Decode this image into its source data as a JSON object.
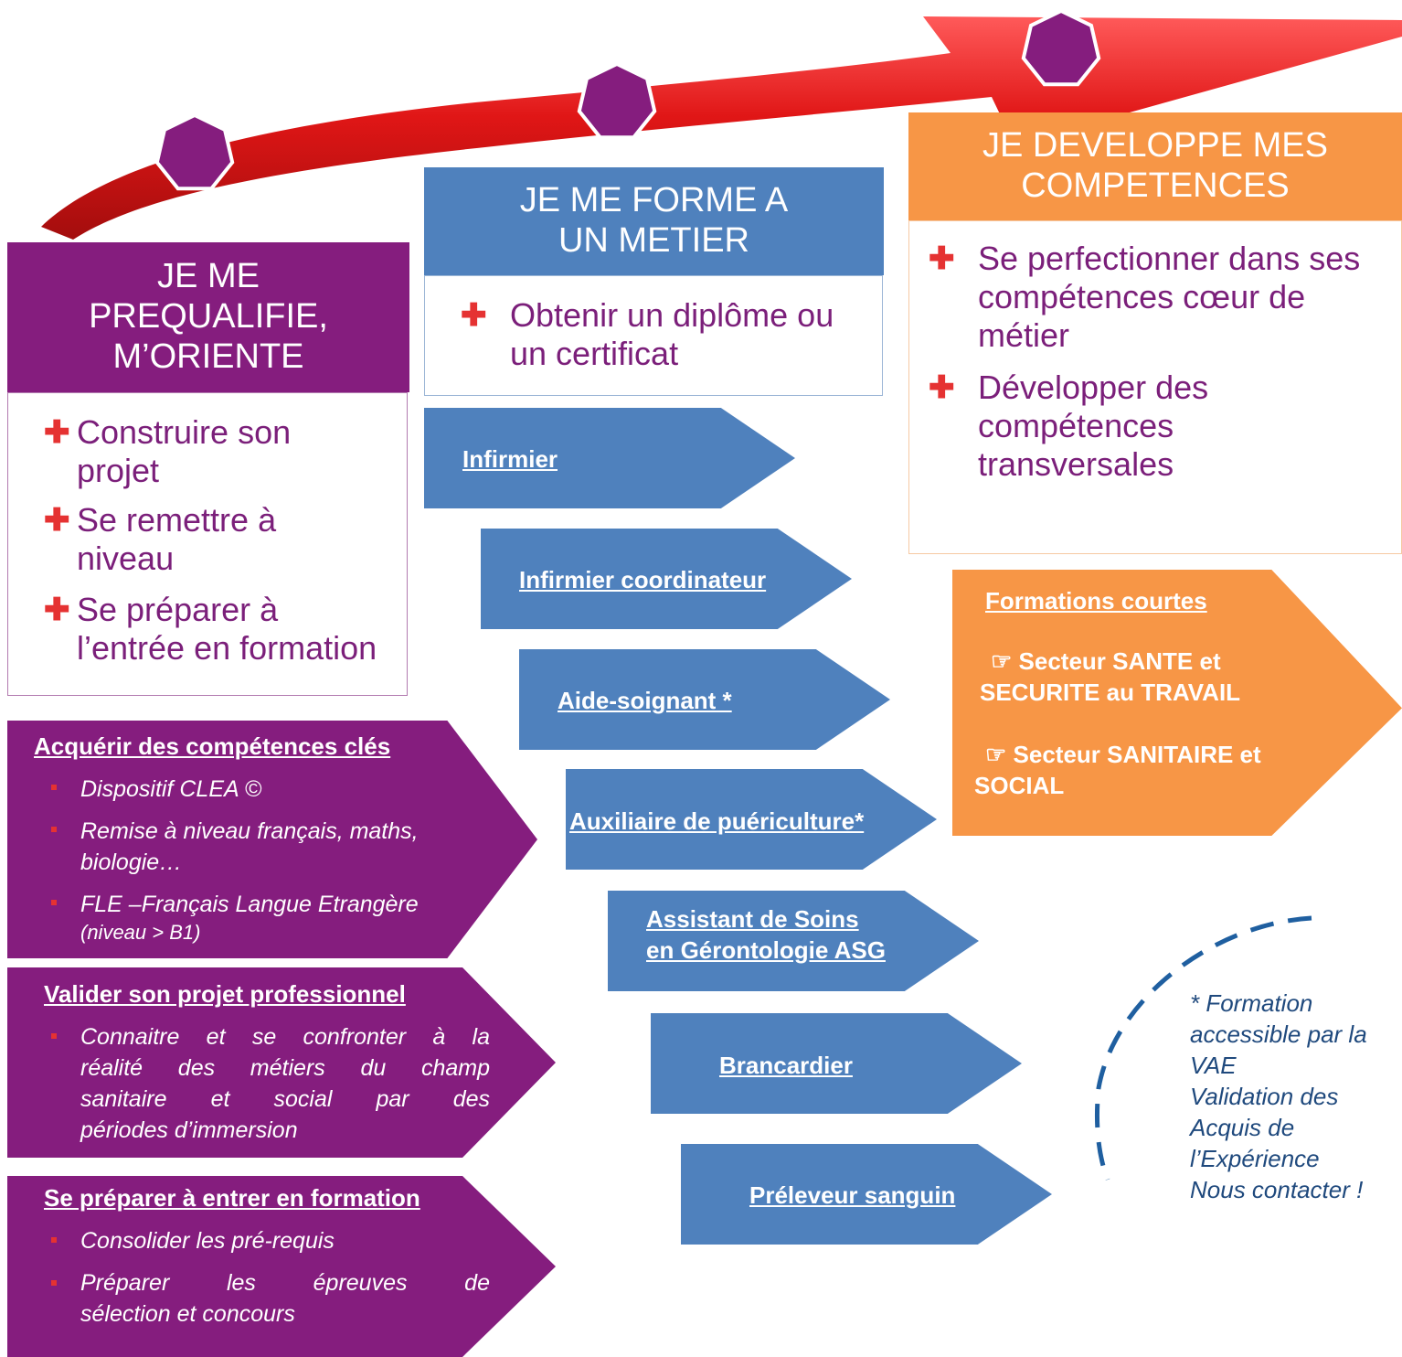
{
  "colors": {
    "purple": "#851d7e",
    "blue": "#4f81bd",
    "orange": "#f79646",
    "red_arrow": "#e21f1f",
    "cross_red": "#e53232",
    "vae_text": "#1f497d"
  },
  "columns": {
    "prequalify": {
      "title_lines": [
        "JE ME",
        "PREQUALIFIE,",
        "M’ORIENTE"
      ],
      "bullets": [
        {
          "lines": [
            "Construire son",
            "projet"
          ]
        },
        {
          "lines": [
            "Se remettre à",
            "niveau"
          ]
        },
        {
          "lines": [
            "Se préparer à",
            "l’entrée en formation"
          ]
        }
      ]
    },
    "train": {
      "title_lines": [
        "JE ME FORME A",
        "UN METIER"
      ],
      "bullets": [
        {
          "lines": [
            "Obtenir un diplôme ou",
            "un certificat"
          ]
        }
      ]
    },
    "develop": {
      "title_lines": [
        "JE DEVELOPPE MES",
        "COMPETENCES"
      ],
      "bullets": [
        {
          "lines": [
            "Se perfectionner dans ses",
            "compétences cœur de",
            "métier"
          ]
        },
        {
          "lines": [
            "Développer des",
            "compétences",
            "transversales"
          ]
        }
      ]
    }
  },
  "purple_chevrons": [
    {
      "title": "Acquérir des compétences clés",
      "items": [
        [
          "Dispositif CLEA ©"
        ],
        [
          "Remise à niveau français, maths,",
          "biologie…"
        ],
        [
          "FLE –Français Langue Etrangère",
          "(niveau > B1)"
        ]
      ]
    },
    {
      "title": "Valider son projet professionnel",
      "items": [
        [
          "Connaitre et se confronter à la",
          "réalité des métiers du champ",
          "sanitaire et social par des",
          "périodes d’immersion"
        ]
      ]
    },
    {
      "title": "Se préparer à entrer en formation",
      "items": [
        [
          "Consolider les pré-requis"
        ],
        [
          "Préparer les épreuves de",
          "sélection et concours"
        ]
      ]
    }
  ],
  "blue_chevrons": [
    {
      "lines": [
        "Infirmier "
      ]
    },
    {
      "lines": [
        "Infirmier coordinateur "
      ]
    },
    {
      "lines": [
        "Aide-soignant *"
      ]
    },
    {
      "lines": [
        "Auxiliaire de puériculture* "
      ]
    },
    {
      "lines": [
        "Assistant de Soins ",
        "en Gérontologie ASG"
      ]
    },
    {
      "lines": [
        "Brancardier"
      ]
    },
    {
      "lines": [
        "Préleveur sanguin"
      ]
    }
  ],
  "short_training": {
    "title": "Formations courtes",
    "sectors": [
      {
        "lines": [
          "☞ Secteur  SANTE et",
          "SECURITE au TRAVAIL"
        ]
      },
      {
        "lines": [
          "☞ Secteur  SANITAIRE et",
          "SOCIAL"
        ]
      }
    ]
  },
  "vae_note": {
    "lines": [
      "* Formation",
      "accessible par la",
      "VAE",
      "Validation des",
      "Acquis de",
      "l’Expérience",
      "Nous contacter !"
    ]
  },
  "icons": [
    "red-growth-arrow",
    "heptagon-marker-icon",
    "red-cross-icon",
    "pointing-hand-icon",
    "red-square-bullet-icon"
  ]
}
